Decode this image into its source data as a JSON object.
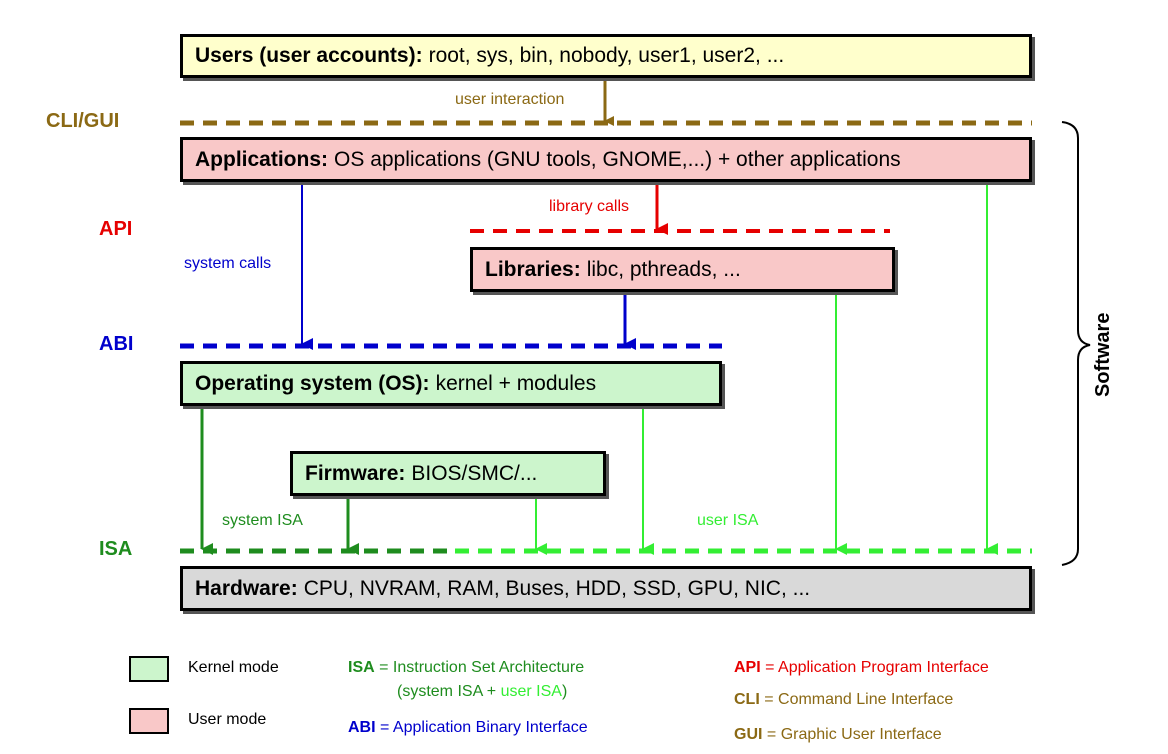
{
  "boxes": {
    "users": {
      "title": "Users (user accounts):",
      "text": "root, sys, bin, nobody, user1, user2, ..."
    },
    "applications": {
      "title": "Applications:",
      "text": "OS applications (GNU tools, GNOME,...) + other applications"
    },
    "libraries": {
      "title": "Libraries:",
      "text": "libc, pthreads, ..."
    },
    "os": {
      "title": "Operating system (OS):",
      "text": "kernel + modules"
    },
    "firmware": {
      "title": "Firmware:",
      "text": "BIOS/SMC/..."
    },
    "hardware": {
      "title": "Hardware:",
      "text": "CPU, NVRAM, RAM, Buses, HDD, SSD, GPU, NIC, ..."
    }
  },
  "interfaces": {
    "cli_gui": "CLI/GUI",
    "api": "API",
    "abi": "ABI",
    "isa": "ISA"
  },
  "arrow_labels": {
    "user_interaction": "user interaction",
    "library_calls": "library calls",
    "system_calls": "system calls",
    "system_isa": "system ISA",
    "user_isa": "user ISA"
  },
  "software_label": "Software",
  "legend": {
    "kernel_mode": "Kernel mode",
    "user_mode": "User mode",
    "isa_term": "ISA",
    "isa_def": "= Instruction Set Architecture",
    "isa_open": "(system ISA + ",
    "isa_user": "user ISA",
    "isa_close": ")",
    "abi_term": "ABI",
    "abi_def": "= Application Binary Interface",
    "api_term": "API",
    "api_def": "= Application Program Interface",
    "cli_term": "CLI",
    "cli_def": "= Command Line Interface",
    "gui_term": "GUI",
    "gui_def": "= Graphic User Interface"
  },
  "colors": {
    "cli": "#8b6914",
    "api": "#e60000",
    "abi": "#0000cc",
    "isa": "#1e8c1e",
    "user_isa": "#33ee33",
    "kernel_box": "#ccf5cc",
    "user_box": "#f9c8c8"
  }
}
